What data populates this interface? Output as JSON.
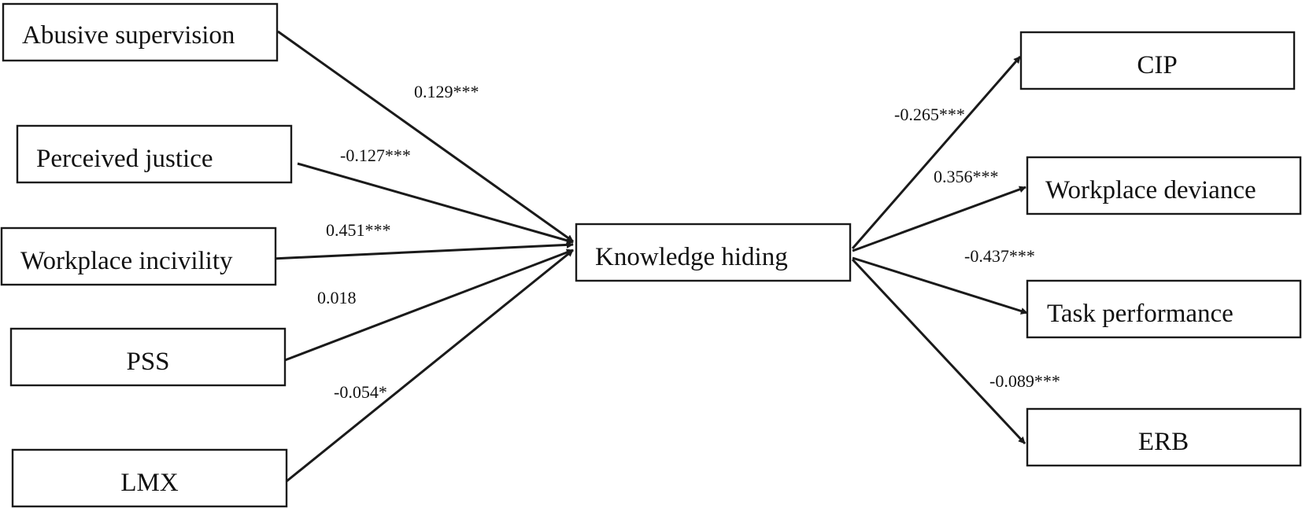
{
  "diagram": {
    "nodes": {
      "abusive": "Abusive supervision",
      "justice": "Perceived justice",
      "incivility": "Workplace incivility",
      "pss": "PSS",
      "lmx": "LMX",
      "kh": "Knowledge hiding",
      "cip": "CIP",
      "deviance": "Workplace deviance",
      "task": "Task performance",
      "erb": "ERB"
    },
    "edges": [
      {
        "from": "abusive",
        "to": "kh",
        "coef": "0.129***"
      },
      {
        "from": "justice",
        "to": "kh",
        "coef": "-0.127***"
      },
      {
        "from": "incivility",
        "to": "kh",
        "coef": "0.451***"
      },
      {
        "from": "pss",
        "to": "kh",
        "coef": "0.018"
      },
      {
        "from": "lmx",
        "to": "kh",
        "coef": "-0.054*"
      },
      {
        "from": "kh",
        "to": "cip",
        "coef": "-0.265***"
      },
      {
        "from": "kh",
        "to": "deviance",
        "coef": "0.356***"
      },
      {
        "from": "kh",
        "to": "task",
        "coef": "-0.437***"
      },
      {
        "from": "kh",
        "to": "erb",
        "coef": "-0.089***"
      }
    ]
  }
}
